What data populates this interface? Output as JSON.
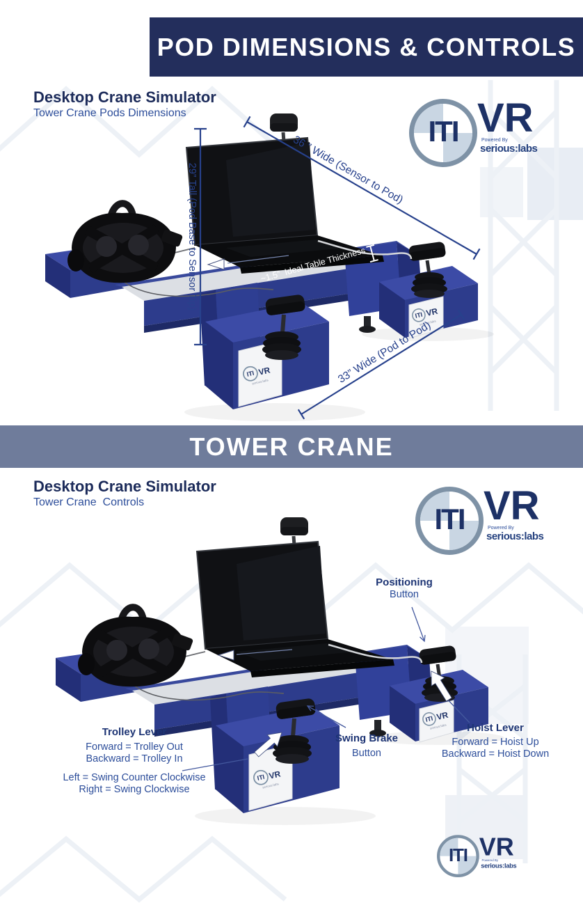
{
  "colors": {
    "banner_navy": "#232e5c",
    "divider_blue": "#6f7c9b",
    "title_navy": "#1c2b5a",
    "text_blue": "#2c4d9a",
    "label_navy": "#1d3474",
    "dim_blue": "#27418c",
    "pod_blue": "#2d3c8c",
    "pod_blue_light": "#3c4ba6",
    "pod_blue_dark": "#232f78",
    "strip_gray": "#dcdfe4",
    "logo_navy": "#1d3166",
    "logo_ring": "#7e92a6",
    "logo_quadrant": "#c9d6e3"
  },
  "banner": {
    "title": "POD DIMENSIONS & CONTROLS"
  },
  "divider": {
    "title": "TOWER CRANE"
  },
  "branding": {
    "iti": "ITI",
    "vr": "VR",
    "powered_by": "Powered By",
    "serious_labs": "serious:labs"
  },
  "section1": {
    "title": "Desktop Crane Simulator",
    "subtitle": "Tower Crane Pods Dimensions",
    "dimensions": {
      "sensor_to_pod": "36 ” Wide (Sensor to Pod)",
      "pod_base_to_sensor_tip": "29” Tall (Pod Base to Sensor Tip)",
      "table_thickness": "~1.5”  Ideal Table Thickness",
      "pod_to_pod": "33” Wide (Pod to Pod)"
    }
  },
  "section2": {
    "title": "Desktop Crane Simulator",
    "subtitle": "Tower Crane  Controls",
    "labels": {
      "positioning_title": "Positioning",
      "positioning_sub": "Button",
      "trolley_title": "Trolley Lever",
      "trolley_line1": "Forward = Trolley Out",
      "trolley_line2": "Backward = Trolley In",
      "trolley_line3": "Left = Swing Counter Clockwise",
      "trolley_line4": "Right = Swing Clockwise",
      "swing_title": "Swing Brake",
      "swing_sub": "Button",
      "hoist_title": "Hoist Lever",
      "hoist_line1": "Forward = Hoist Up",
      "hoist_line2": "Backward = Hoist Down"
    }
  }
}
